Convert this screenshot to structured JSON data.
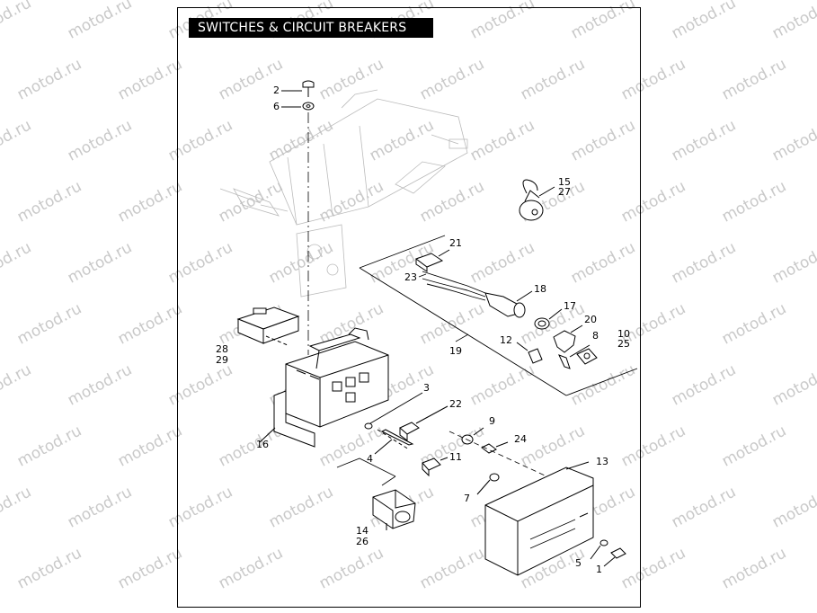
{
  "page": {
    "title": "SWITCHES & CIRCUIT BREAKERS",
    "watermark": "motod.ru"
  },
  "callouts": {
    "c2": "2",
    "c6": "6",
    "c15": "15",
    "c27": "27",
    "c21": "21",
    "c23": "23",
    "c18": "18",
    "c17": "17",
    "c20": "20",
    "c8": "8",
    "c10": "10",
    "c25": "25",
    "c12": "12",
    "c19": "19",
    "c28": "28",
    "c29": "29",
    "c3": "3",
    "c22": "22",
    "c9": "9",
    "c24": "24",
    "c16": "16",
    "c4": "4",
    "c11": "11",
    "c13": "13",
    "c7": "7",
    "c14": "14",
    "c26": "26",
    "c5": "5",
    "c1": "1"
  }
}
